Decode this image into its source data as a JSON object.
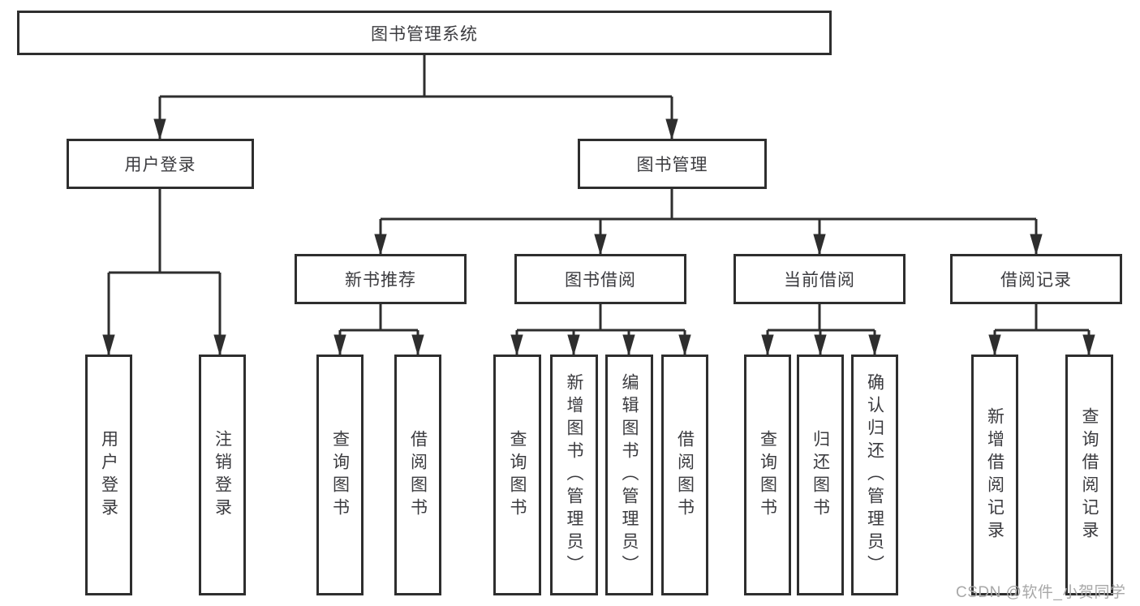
{
  "colors": {
    "line": "#2e2e2e",
    "box_border": "#2e2e2e",
    "text": "#3b3b3f",
    "watermark": "#a8a8a8",
    "background": "#ffffff"
  },
  "tree": {
    "root": {
      "label": "图书管理系统"
    },
    "branches": [
      {
        "label": "用户登录",
        "children": [
          {
            "label": "用户登录"
          },
          {
            "label": "注销登录"
          }
        ]
      },
      {
        "label": "图书管理",
        "children": [
          {
            "label": "新书推荐",
            "children": [
              {
                "label": "查询图书"
              },
              {
                "label": "借阅图书"
              }
            ]
          },
          {
            "label": "图书借阅",
            "children": [
              {
                "label": "查询图书"
              },
              {
                "label": "新增图书（管理员）"
              },
              {
                "label": "编辑图书（管理员）"
              },
              {
                "label": "借阅图书"
              }
            ]
          },
          {
            "label": "当前借阅",
            "children": [
              {
                "label": "查询图书"
              },
              {
                "label": "归还图书"
              },
              {
                "label": "确认归还（管理员）"
              }
            ]
          },
          {
            "label": "借阅记录",
            "children": [
              {
                "label": "新增借阅记录"
              },
              {
                "label": "查询借阅记录"
              }
            ]
          }
        ]
      }
    ]
  },
  "watermark": {
    "text": "CSDN @软件_小贺同学"
  }
}
